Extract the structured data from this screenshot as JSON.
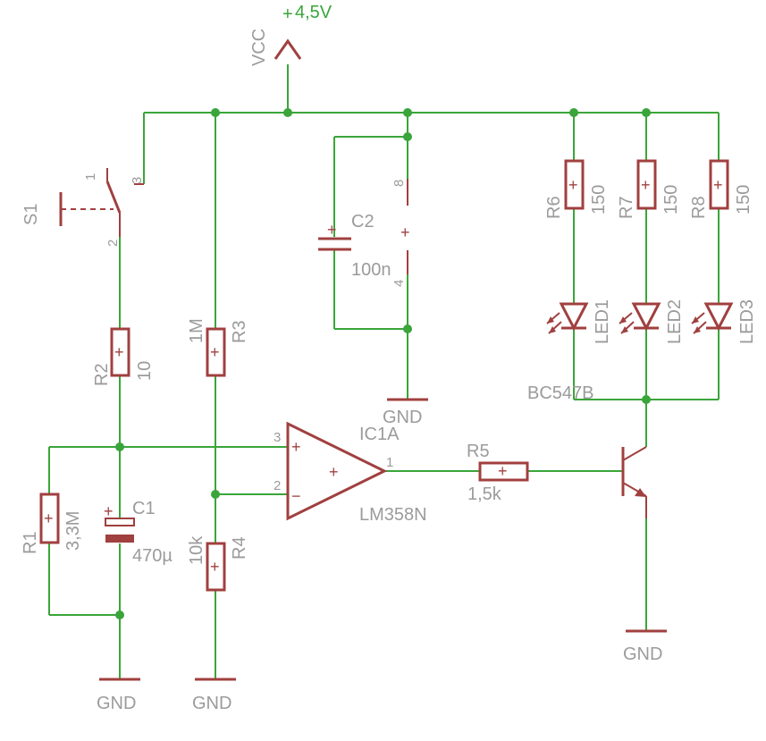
{
  "supply": {
    "net": "VCC",
    "voltage": "4,5V",
    "voltage_prefix": "+"
  },
  "gnd_label": "GND",
  "switch": {
    "name": "S1",
    "pins": [
      "1",
      "2",
      "3"
    ]
  },
  "resistors": {
    "R1": {
      "name": "R1",
      "value": "3,3M"
    },
    "R2": {
      "name": "R2",
      "value": "10"
    },
    "R3": {
      "name": "R3",
      "value": "1M"
    },
    "R4": {
      "name": "R4",
      "value": "10k"
    },
    "R5": {
      "name": "R5",
      "value": "1,5k"
    },
    "R6": {
      "name": "R6",
      "value": "150"
    },
    "R7": {
      "name": "R7",
      "value": "150"
    },
    "R8": {
      "name": "R8",
      "value": "150"
    }
  },
  "capacitors": {
    "C1": {
      "name": "C1",
      "value": "470µ"
    },
    "C2": {
      "name": "C2",
      "value": "100n"
    }
  },
  "opamp": {
    "name": "IC1A",
    "part": "LM358N",
    "pins": {
      "in_plus": "3",
      "in_minus": "2",
      "out": "1",
      "vcc": "8",
      "gnd": "4"
    },
    "plus_sign": "+",
    "minus_sign": "−"
  },
  "transistor": {
    "part": "BC547B"
  },
  "leds": [
    "LED1",
    "LED2",
    "LED3"
  ],
  "colors": {
    "wire": "#3aa53a",
    "symbol": "#a0403f",
    "text": "#9b9b9b"
  }
}
